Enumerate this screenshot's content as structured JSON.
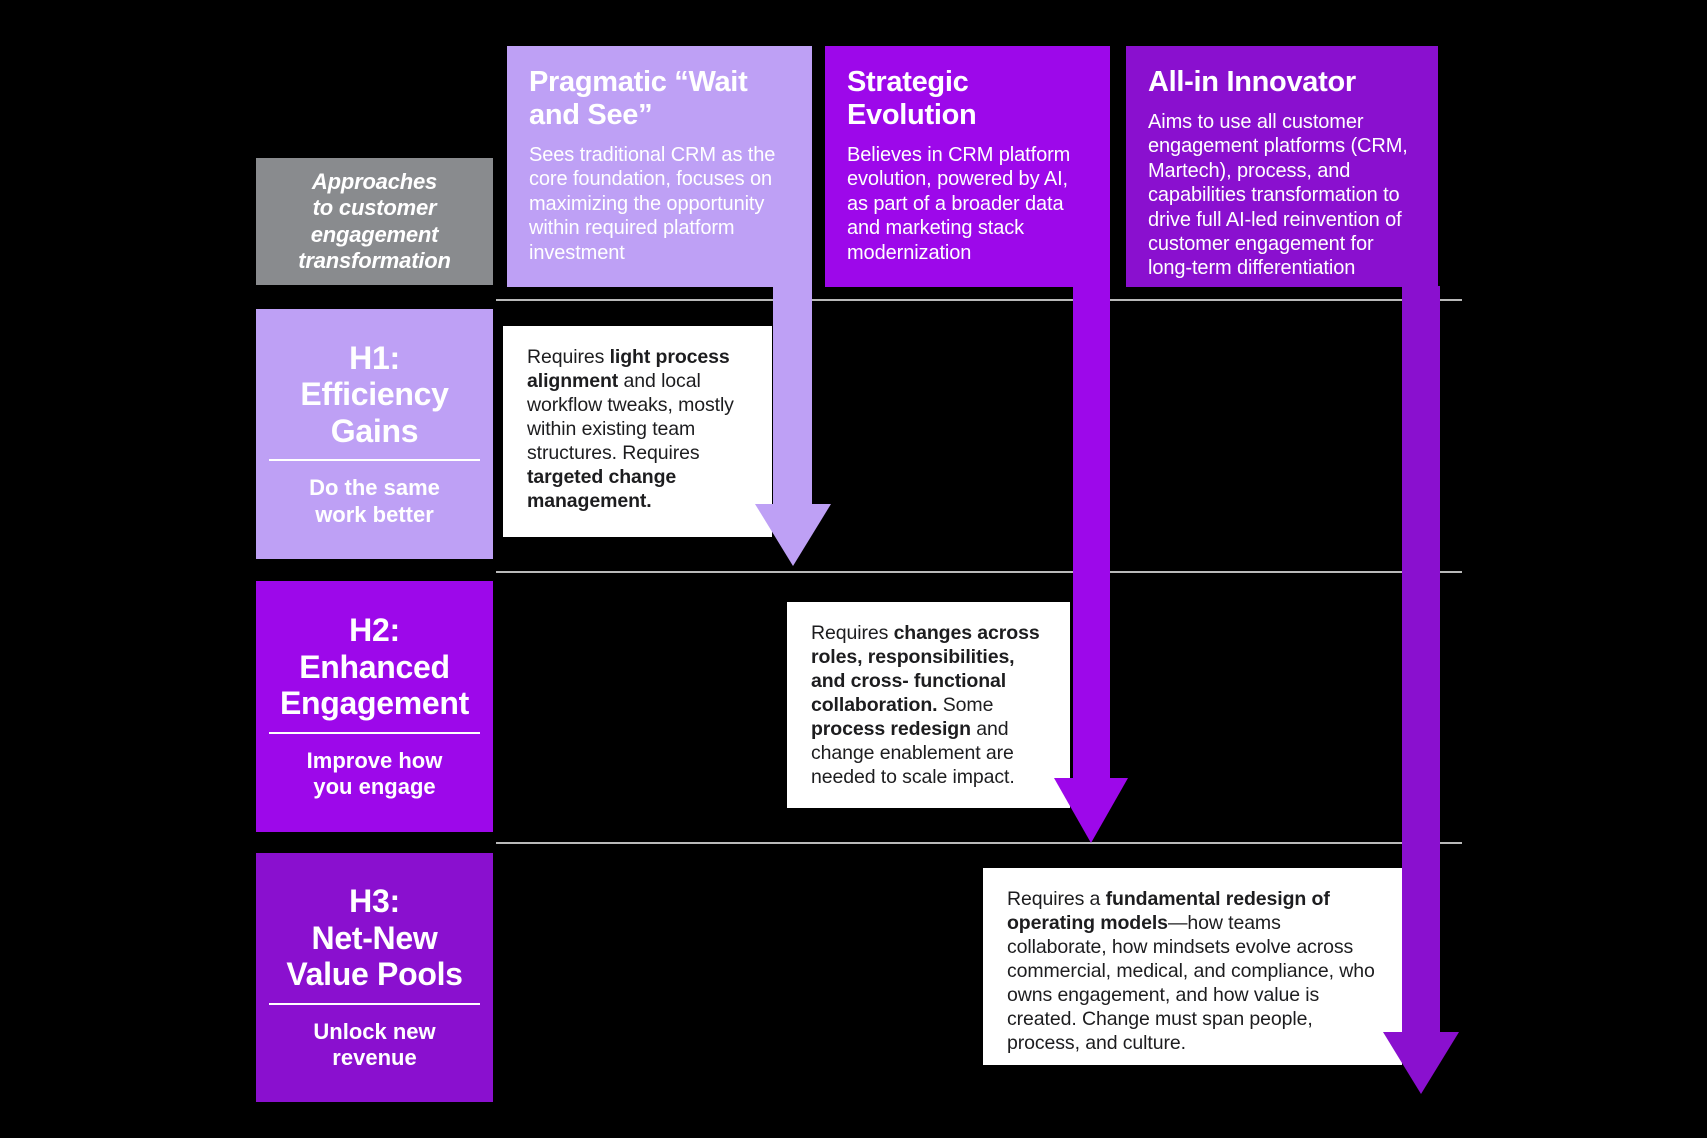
{
  "colors": {
    "light": "#bea0f5",
    "mid": "#9d08ea",
    "dark": "#8a10cf",
    "gray": "#898b8e",
    "line": "#b9b9b9",
    "callout-bg": "#ffffff",
    "callout-text": "#1d1d1f",
    "text-light": "#ffffff"
  },
  "corner_label": {
    "text": "Approaches\nto customer\nengagement\ntransformation"
  },
  "columns": [
    {
      "id": "pragmatic-wait-and-see",
      "tone": "light",
      "title": "Pragmatic “Wait\nand See”",
      "description": "Sees traditional CRM as the core foundation, focuses on maximizing the opportunity within required platform investment"
    },
    {
      "id": "strategic-evolution",
      "tone": "mid",
      "title": "Strategic\nEvolution",
      "description": "Believes in CRM platform evolution, powered by AI, as part of a broader data and marketing stack modernization"
    },
    {
      "id": "all-in-innovator",
      "tone": "dark",
      "title": "All-in Innovator",
      "description": "Aims to use all customer engagement platforms (CRM, Martech), process, and capabilities transformation to drive full AI-led reinvention of customer engagement for long-term differentiation"
    }
  ],
  "rows": [
    {
      "id": "h1-efficiency-gains",
      "tone": "light",
      "title": "H1:\nEfficiency\nGains",
      "subtitle": "Do the same\nwork better"
    },
    {
      "id": "h2-enhanced-engagement",
      "tone": "mid",
      "title": "H2:\nEnhanced\nEngagement",
      "subtitle": "Improve how\nyou engage"
    },
    {
      "id": "h3-net-new-value-pools",
      "tone": "dark",
      "title": "H3:\nNet-New\nValue Pools",
      "subtitle": "Unlock new\nrevenue"
    }
  ],
  "callouts": [
    {
      "row": "h1-efficiency-gains",
      "column": "pragmatic-wait-and-see",
      "segments": [
        {
          "text": "Requires ",
          "bold": false
        },
        {
          "text": "light process alignment",
          "bold": true
        },
        {
          "text": " and local workflow tweaks, mostly within existing team structures. Requires ",
          "bold": false
        },
        {
          "text": "targeted change management.",
          "bold": true
        }
      ]
    },
    {
      "row": "h2-enhanced-engagement",
      "column": "strategic-evolution",
      "segments": [
        {
          "text": "Requires ",
          "bold": false
        },
        {
          "text": "changes across roles, responsibilities, and cross- functional collaboration.",
          "bold": true
        },
        {
          "text": " Some ",
          "bold": false
        },
        {
          "text": "process redesign",
          "bold": true
        },
        {
          "text": " and change enablement are needed to scale impact.",
          "bold": false
        }
      ]
    },
    {
      "row": "h3-net-new-value-pools",
      "column": "all-in-innovator",
      "segments": [
        {
          "text": "Requires a ",
          "bold": false
        },
        {
          "text": "fundamental redesign of operating models",
          "bold": true
        },
        {
          "text": "—how teams collaborate, how mindsets evolve across commercial, medical, and compliance, who owns engagement, and how value is created. Change must span people, process, and culture.",
          "bold": false
        }
      ]
    }
  ]
}
